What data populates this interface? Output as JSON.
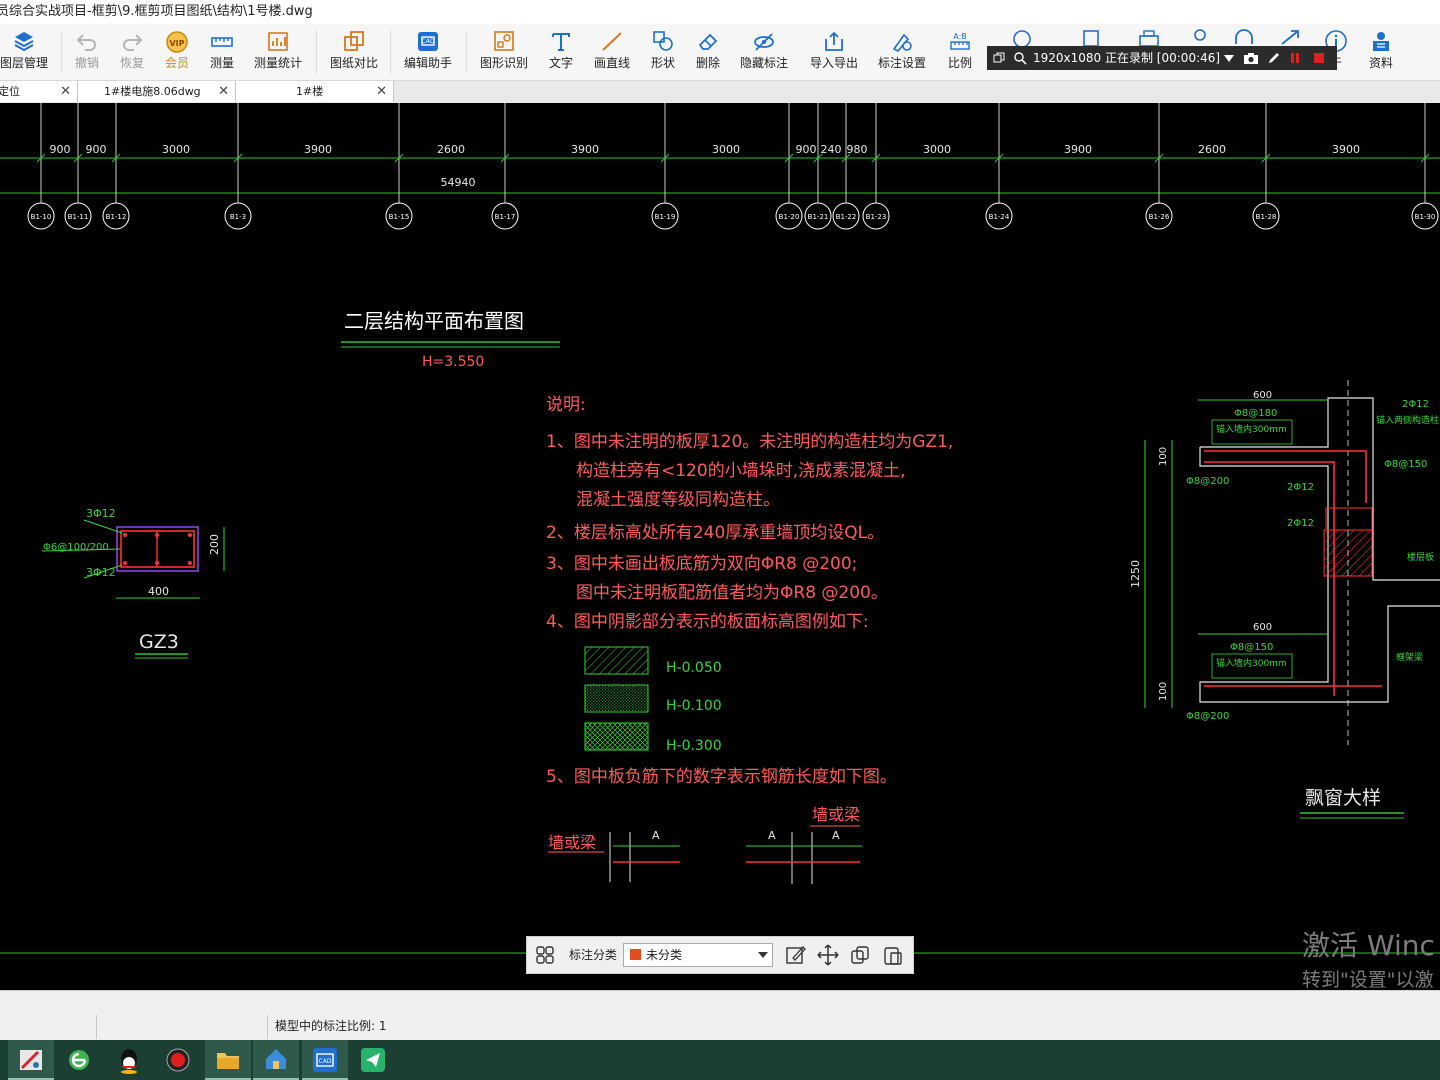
{
  "window": {
    "title": "员综合实战项目-框剪\\9.框剪项目图纸\\结构\\1号楼.dwg"
  },
  "toolbar": {
    "buttons": [
      {
        "label": "图层管理",
        "icon": "layers-icon",
        "enabled": true
      },
      {
        "label": "撤销",
        "icon": "undo-icon",
        "enabled": false
      },
      {
        "label": "恢复",
        "icon": "redo-icon",
        "enabled": false
      },
      {
        "label": "会员",
        "icon": "vip-icon",
        "enabled": true
      },
      {
        "label": "测量",
        "icon": "measure-icon",
        "enabled": true
      },
      {
        "label": "测量统计",
        "icon": "measure-stats-icon",
        "enabled": true
      },
      {
        "label": "图纸对比",
        "icon": "compare-icon",
        "enabled": true
      },
      {
        "label": "编辑助手",
        "icon": "edit-assistant-icon",
        "enabled": true
      },
      {
        "label": "图形识别",
        "icon": "shape-recognition-icon",
        "enabled": true
      },
      {
        "label": "文字",
        "icon": "text-icon",
        "enabled": true
      },
      {
        "label": "画直线",
        "icon": "line-icon",
        "enabled": true
      },
      {
        "label": "形状",
        "icon": "shape-icon",
        "enabled": true
      },
      {
        "label": "删除",
        "icon": "eraser-icon",
        "enabled": true
      },
      {
        "label": "隐藏标注",
        "icon": "hide-annotation-icon",
        "enabled": true
      },
      {
        "label": "导入导出",
        "icon": "import-export-icon",
        "enabled": true
      },
      {
        "label": "标注设置",
        "icon": "annotation-settings-icon",
        "enabled": true
      },
      {
        "label": "比例",
        "icon": "scale-icon",
        "enabled": true
      },
      {
        "label": "于",
        "icon": "info-icon",
        "enabled": true
      },
      {
        "label": "资料",
        "icon": "docs-icon",
        "enabled": true
      }
    ]
  },
  "recorder": {
    "text": "1920x1080  正在录制 [00:00:46]"
  },
  "tabs": [
    {
      "label": "定位"
    },
    {
      "label": "1#楼电施8.06dwg"
    },
    {
      "label": "1#楼"
    }
  ],
  "drawing": {
    "dim_segments": [
      "900",
      "900",
      "3000",
      "3900",
      "2600",
      "3900",
      "3000",
      "900",
      "240",
      "980",
      "3000",
      "3900",
      "2600",
      "3900"
    ],
    "total_dim": "54940",
    "axis_labels": [
      "B1-10",
      "B1-11",
      "B1-12",
      "B1-3",
      "B1-15",
      "B1-17",
      "B1-19",
      "B1-20",
      "B1-21",
      "B1-22",
      "B1-23",
      "B1-24",
      "B1-26",
      "B1-28",
      "B1-30"
    ],
    "plan_title": "二层结构平面布置图",
    "plan_elevation": "H=3.550",
    "notes_title": "说明:",
    "notes": [
      "1、图中未注明的板厚120。未注明的构造柱均为GZ1,",
      "构造柱旁有<120的小墙垛时,浇成素混凝土,",
      "混凝土强度等级同构造柱。",
      "2、楼层标高处所有240厚承重墙顶均设QL。",
      "3、图中未画出板底筋为双向ΦR8 @200;",
      "图中未注明板配筋值者均为ΦR8 @200。",
      "4、图中阴影部分表示的板面标高图例如下:",
      "5、图中板负筋下的数字表示钢筋长度如下图。"
    ],
    "legend": [
      "H-0.050",
      "H-0.100",
      "H-0.300"
    ],
    "wall_beam_label": "墙或梁",
    "dim_a": "A",
    "gz3": {
      "title": "GZ3",
      "top_bar": "3Φ12",
      "stirrup": "Φ6@100/200",
      "bottom_bar": "3Φ12",
      "width": "400",
      "height": "200"
    },
    "bay_window": {
      "title": "飘窗大样",
      "top_width": "600",
      "top_rebar": "Φ8@180",
      "top_anchor": "锚入墙内300mm",
      "top_slab_thk": "100",
      "top_bottom_rebar": "Φ8@200",
      "right_top": "2Φ12",
      "right_anchor": "锚入两侧构造柱中",
      "right_rebar": "Φ8@150",
      "mid_bar_1": "2Φ12",
      "mid_bar_2": "2Φ12",
      "height": "1250",
      "floor_label": "楼层板",
      "bot_width": "600",
      "bot_rebar": "Φ8@150",
      "bot_anchor": "锚入墙内300mm",
      "bot_slab_thk": "100",
      "bot_bottom_rebar": "Φ8@200",
      "beam_label": "框架梁"
    }
  },
  "annotation_bar": {
    "label": "标注分类",
    "selected": "未分类",
    "swatch_color": "#e0501e"
  },
  "watermark": {
    "line1": "激活 Winc",
    "line2": "转到\"设置\"以激"
  },
  "statusbar": {
    "text": "模型中的标注比例: 1"
  },
  "taskbar": {
    "apps": [
      "draw-app-icon",
      "browser-icon",
      "qq-icon",
      "record-icon",
      "folder-icon",
      "home-app-icon",
      "cad-app-icon",
      "send-app-icon"
    ]
  },
  "colors": {
    "grid_green": "#2fc12f",
    "dim_text": "#e6e6e6",
    "note_red": "#ff5b5b",
    "rebar_red": "#ff3030",
    "axis_white": "#ffffff"
  }
}
